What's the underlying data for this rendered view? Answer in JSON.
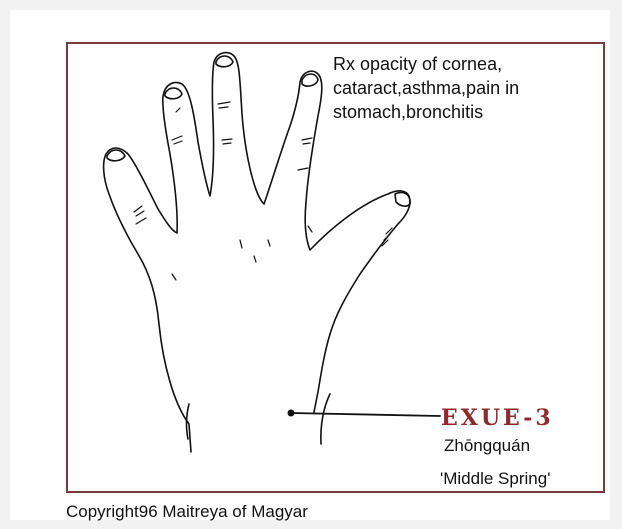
{
  "indications": {
    "lines": [
      "Rx opacity of cornea,",
      "cataract,asthma,pain in",
      "stomach,bronchitis"
    ]
  },
  "point": {
    "code": "EXUE-3",
    "pinyin": "Zhōngquán",
    "english": "'Middle Spring'"
  },
  "copyright": "Copyright96 Maitreya of Magyar",
  "colors": {
    "frame": "#7a3a3a",
    "point_code": "#8b2b2b",
    "line_art": "#111111"
  }
}
